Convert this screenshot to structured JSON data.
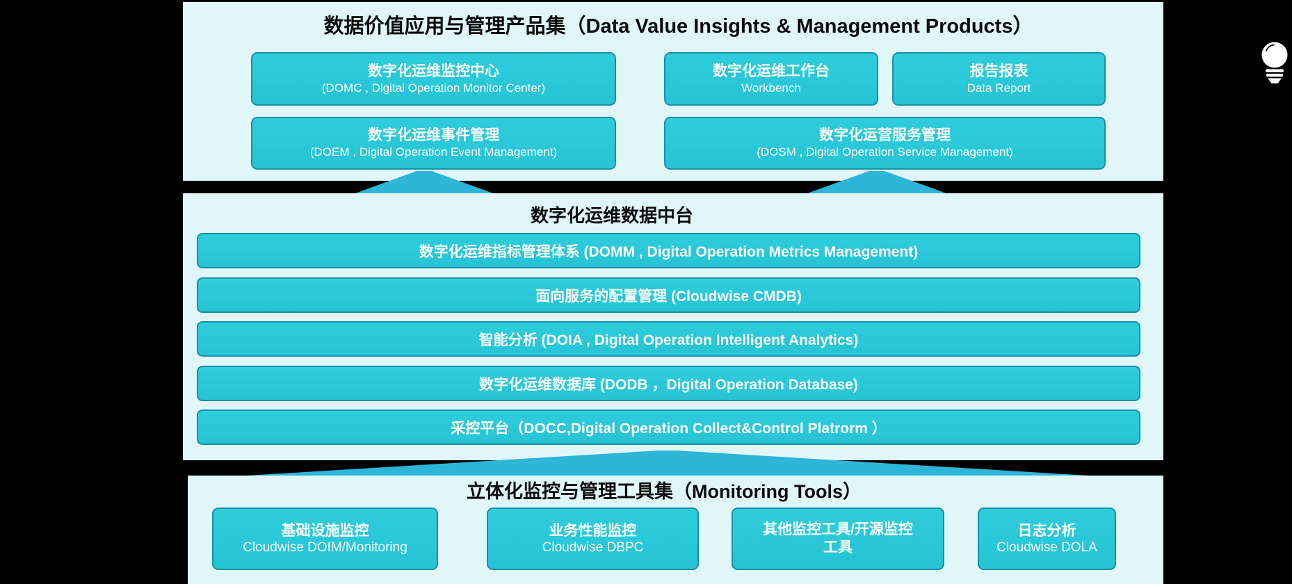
{
  "colors": {
    "canvas": "#000000",
    "panel_bg": "#e0f6f9",
    "box_fill": "#28c6d6",
    "box_border": "#1791a8",
    "arrow": "#2db6d9",
    "box_text": "#ffffff",
    "title_text": "#0b0b0b"
  },
  "top_section": {
    "title": "数据价值应用与管理产品集（Data Value Insights & Management Products）",
    "boxes": [
      {
        "line1": "数字化运维监控中心",
        "line2": "(DOMC , Digital Operation Monitor Center)"
      },
      {
        "line1": "数字化运维工作台",
        "line2": "Workbench"
      },
      {
        "line1": "报告报表",
        "line2": "Data Report"
      },
      {
        "line1": "数字化运维事件管理",
        "line2": "(DOEM , Digital Operation Event Management)"
      },
      {
        "line1": "数字化运营服务管理",
        "line2": "(DOSM , Digital Operation Service Management)"
      }
    ]
  },
  "middle_section": {
    "title": "数字化运维数据中台",
    "rows": [
      "数字化运维指标管理体系 (DOMM , Digital Operation Metrics Management)",
      "面向服务的配置管理 (Cloudwise CMDB)",
      "智能分析 (DOIA , Digital Operation Intelligent Analytics)",
      "数字化运维数据库 (DODB ，Digital Operation Database)",
      "采控平台（DOCC,Digital Operation Collect&Control Platrorm ）"
    ]
  },
  "bottom_section": {
    "title": "立体化监控与管理工具集（Monitoring Tools）",
    "boxes": [
      {
        "line1": "基础设施监控",
        "line2": "Cloudwise DOIM/Monitoring"
      },
      {
        "line1": "业务性能监控",
        "line2": "Cloudwise DBPC"
      },
      {
        "line1": "其他监控工具/开源监控",
        "line2": "工具"
      },
      {
        "line1": "日志分析",
        "line2": "Cloudwise DOLA"
      }
    ]
  },
  "icons": {
    "lightbulb": "lightbulb-icon"
  }
}
